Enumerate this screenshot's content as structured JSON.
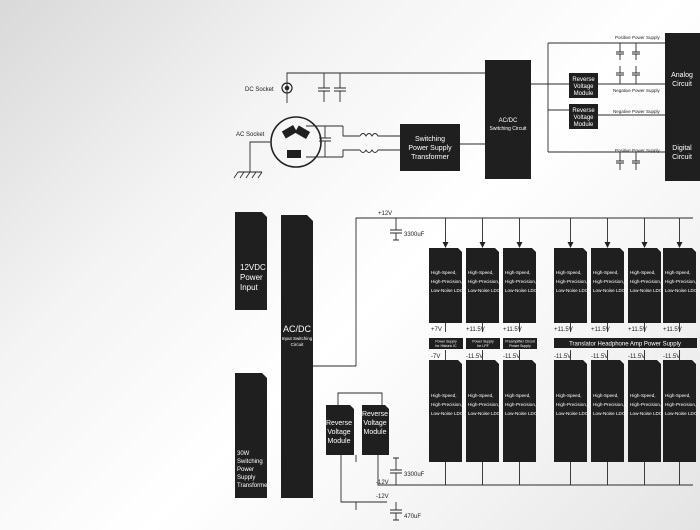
{
  "top": {
    "dc_socket": "DC Socket",
    "ac_socket": "AC Socket",
    "smps": [
      "Switching",
      "Power Supply",
      "Transformer"
    ],
    "acdc": [
      "AC/DC",
      "Switching Circuit"
    ],
    "rvm": [
      "Reverse",
      "Voltage",
      "Module"
    ],
    "positive_supply": "Positive Power Supply",
    "negative_supply": "Negative Power Supply",
    "analog": [
      "Analog",
      "Circuit"
    ],
    "digital": [
      "Digital",
      "Circuit"
    ]
  },
  "bottom": {
    "input_12v": [
      "12VDC",
      "Power",
      "Input"
    ],
    "transformer_30w": [
      "30W",
      "Switching",
      "Power",
      "Supply",
      "Transformer"
    ],
    "acdc_main": "AC/DC",
    "acdc_sub": [
      "Input Switching",
      "Circuit"
    ],
    "rvm": [
      "Reverse",
      "Voltage",
      "Module"
    ],
    "plus12v": "+12V",
    "minus12v": "-12V",
    "cap_3300": "3300uF",
    "cap_470": "470uF",
    "ldo": [
      "High-Speed,",
      "High-Precision,",
      "Low-Noise LDO"
    ],
    "rail_top": [
      "+7V",
      "+11.5V",
      "+11.5V",
      "+11.5V",
      "+11.5V",
      "+11.5V",
      "+11.5V"
    ],
    "rail_bottom": [
      "-7V",
      "-11.5V",
      "-11.5V",
      "-11.5V",
      "-11.5V",
      "-11.5V",
      "-11.5V"
    ],
    "tag1": [
      "Power Supply",
      "for Historic IC"
    ],
    "tag2": [
      "Power Supply",
      "for LPF"
    ],
    "tag3": [
      "Preamplifier Circuit",
      "Power Supply"
    ],
    "headphone_tag": "Translator Headphone Amp Power Supply"
  }
}
